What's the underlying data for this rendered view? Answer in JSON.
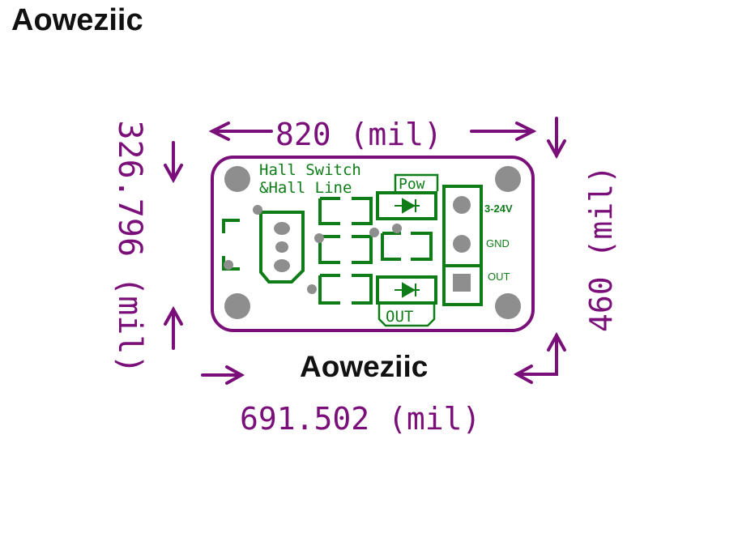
{
  "brand": {
    "top": "Aoweziic",
    "bottom": "Aoweziic"
  },
  "dimensions": {
    "top": "820 (mil)",
    "left": "326.796 (mil)",
    "right": "460 (mil)",
    "bottom": "691.502 (mil)"
  },
  "silkscreen": {
    "title_line1": "Hall Switch",
    "title_line2": "&Hall Line",
    "pow_label": "Pow",
    "out_label": "OUT"
  },
  "pins": [
    "3-24V",
    "GND",
    "OUT"
  ],
  "colors": {
    "outline": "#7a0f7a",
    "silkscreen": "#0e7d17",
    "pads": "#8e8e8e",
    "brand": "#111111"
  }
}
